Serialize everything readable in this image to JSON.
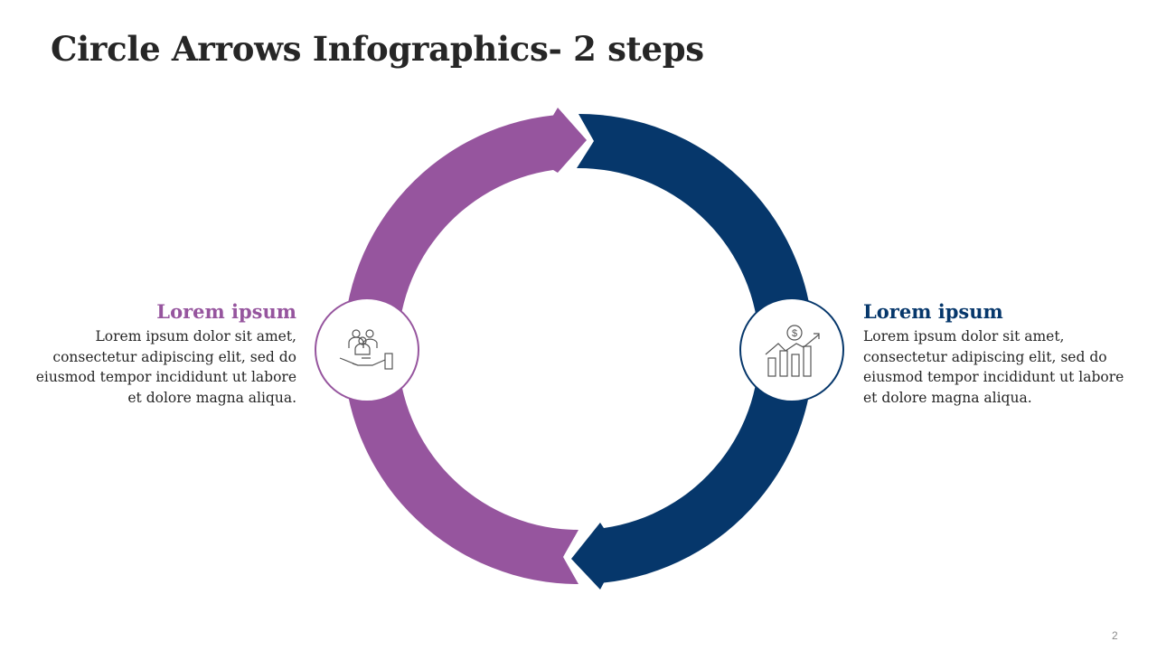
{
  "title": "Circle Arrows Infographics- 2 steps",
  "steps": [
    {
      "heading": "Lorem ipsum",
      "body": "Lorem ipsum dolor sit amet, consectetur adipiscing elit, sed do eiusmod tempor incididunt ut labore et dolore magna aliqua.",
      "icon": "people-in-hand-icon",
      "color": "#96559e"
    },
    {
      "heading": "Lorem ipsum",
      "body": "Lorem ipsum dolor sit amet, consectetur adipiscing elit, sed do eiusmod tempor incididunt ut labore et dolore magna aliqua.",
      "icon": "financial-growth-chart-icon",
      "color": "#06376b"
    }
  ],
  "page_number": "2"
}
